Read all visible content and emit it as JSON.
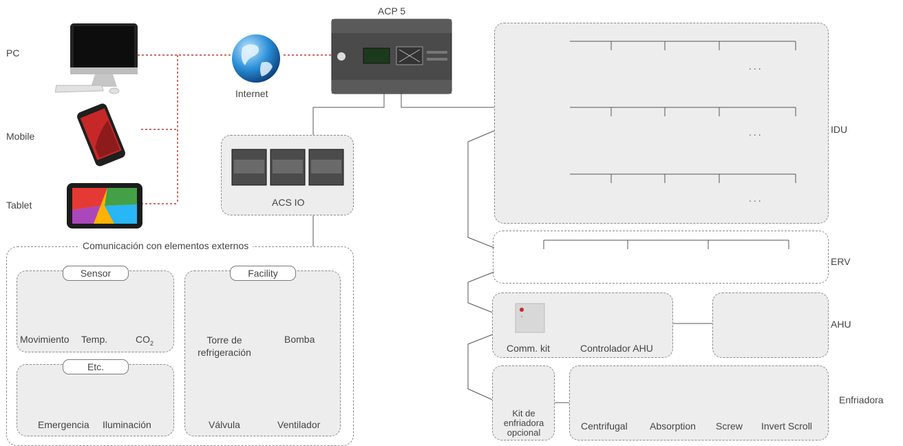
{
  "devices": {
    "pc_label": "PC",
    "mobile_label": "Mobile",
    "tablet_label": "Tablet",
    "internet_label": "Internet"
  },
  "controller": {
    "acp_label": "ACP 5",
    "acs_io_label": "ACS IO"
  },
  "external": {
    "title": "Comunicación con elementos externos",
    "sensor": {
      "title": "Sensor",
      "items": [
        "Movimiento",
        "Temp.",
        "CO",
        "2"
      ]
    },
    "etc": {
      "title": "Etc.",
      "items": [
        "Emergencia",
        "Iluminación"
      ]
    },
    "facility": {
      "title": "Facility",
      "items": [
        "Torre de refrigeración",
        "Bomba",
        "Válvula",
        "Ventilador"
      ]
    }
  },
  "systems": {
    "idu_label": "IDU",
    "erv_label": "ERV",
    "ahu_label": "AHU",
    "chiller_label": "Enfriadora",
    "ellipsis": "...",
    "comm_kit_label": "Comm. kit",
    "ahu_controller_label": "Controlador AHU",
    "chiller_kit_label": "Kit de enfriadora opcional",
    "chiller_types": [
      "Centrifugal",
      "Absorption",
      "Screw",
      "Invert Scroll"
    ]
  },
  "colors": {
    "network_link": "#c0392b",
    "wire": "#555555",
    "panel_fill": "#ededed"
  }
}
